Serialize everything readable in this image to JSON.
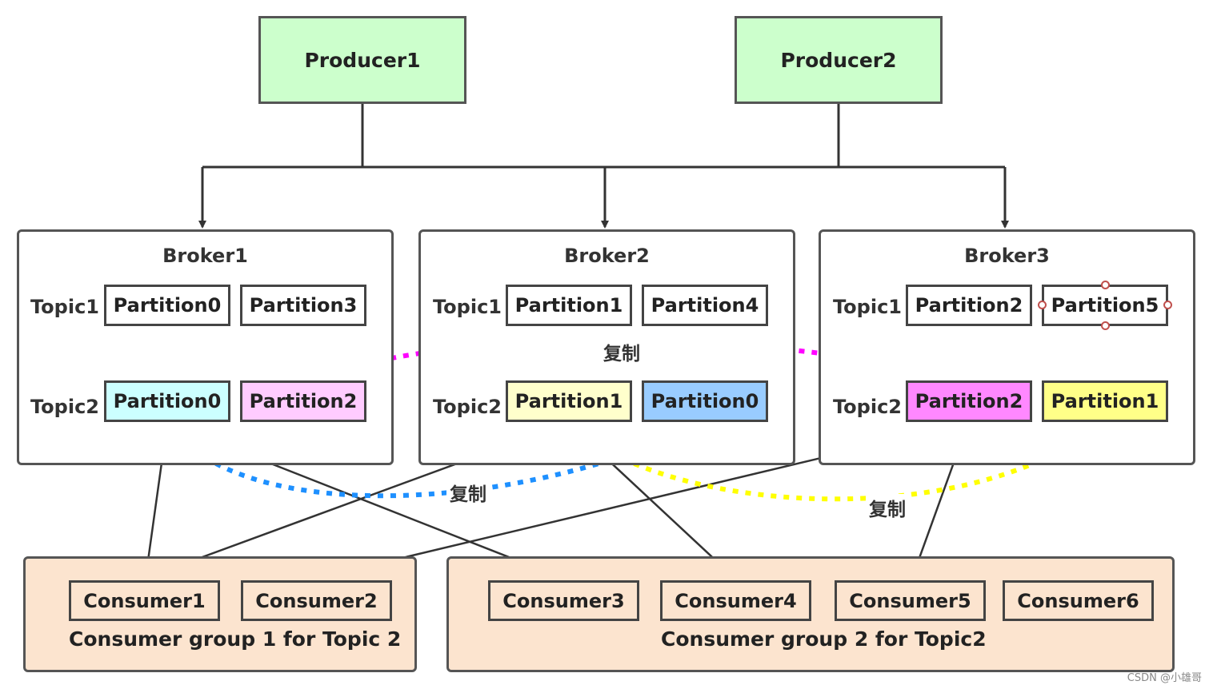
{
  "producers": [
    "Producer1",
    "Producer2"
  ],
  "brokers": [
    {
      "name": "Broker1",
      "topic1_label": "Topic1",
      "topic1_partitions": [
        "Partition0",
        "Partition3"
      ],
      "topic2_label": "Topic2",
      "topic2_partitions": [
        "Partition0",
        "Partition2"
      ]
    },
    {
      "name": "Broker2",
      "topic1_label": "Topic1",
      "topic1_partitions": [
        "Partition1",
        "Partition4"
      ],
      "topic2_label": "Topic2",
      "topic2_partitions": [
        "Partition1",
        "Partition0"
      ]
    },
    {
      "name": "Broker3",
      "topic1_label": "Topic1",
      "topic1_partitions": [
        "Partition2",
        "Partition5"
      ],
      "topic2_label": "Topic2",
      "topic2_partitions": [
        "Partition2",
        "Partition1"
      ]
    }
  ],
  "partition_colors": {
    "cyan": "#ccffff",
    "pink": "#ffccff",
    "light_yellow": "#ffffcc",
    "blue": "#99ccff",
    "magenta": "#ff88ff",
    "yellow": "#ffff88"
  },
  "replication": [
    {
      "label": "复制",
      "color": "#ff00ff"
    },
    {
      "label": "复制",
      "color": "#1e90ff"
    },
    {
      "label": "复制",
      "color": "#ffff00"
    }
  ],
  "consumer_groups": [
    {
      "label": "Consumer group 1 for Topic 2",
      "consumers": [
        "Consumer1",
        "Consumer2"
      ]
    },
    {
      "label": "Consumer group 2 for Topic2",
      "consumers": [
        "Consumer3",
        "Consumer4",
        "Consumer5",
        "Consumer6"
      ]
    }
  ],
  "colors": {
    "producer_fill": "#ccffcc",
    "group_fill": "#fce4cf",
    "line": "#333333"
  },
  "watermark": "CSDN @小雄哥"
}
